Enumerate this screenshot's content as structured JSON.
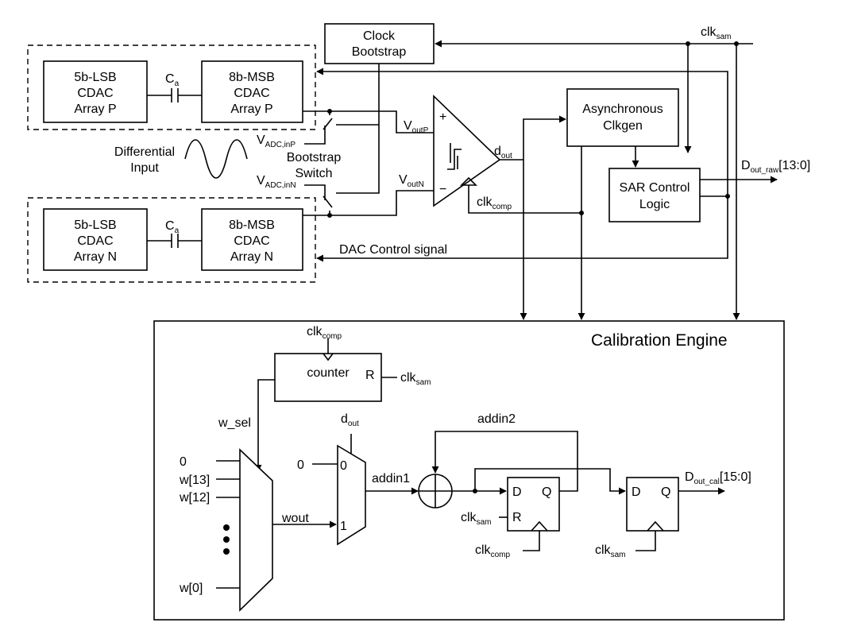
{
  "blocks": {
    "clock_bootstrap": [
      "Clock",
      "Bootstrap"
    ],
    "lsb_p": [
      "5b-LSB",
      "CDAC",
      "Array P"
    ],
    "msb_p": [
      "8b-MSB",
      "CDAC",
      "Array P"
    ],
    "lsb_n": [
      "5b-LSB",
      "CDAC",
      "Array N"
    ],
    "msb_n": [
      "8b-MSB",
      "CDAC",
      "Array N"
    ],
    "async_clkgen": [
      "Asynchronous",
      "Clkgen"
    ],
    "sar_logic": [
      "SAR Control",
      "Logic"
    ],
    "calibration_engine": "Calibration Engine",
    "counter": "counter",
    "counter_reset": "R"
  },
  "cap": {
    "main": "C",
    "sub": "a"
  },
  "signals": {
    "clk_sam": {
      "main": "clk",
      "sub": "sam"
    },
    "clk_comp": {
      "main": "clk",
      "sub": "comp"
    },
    "vadc_inp": {
      "main": "V",
      "sub": "ADC,inP"
    },
    "vadc_inn": {
      "main": "V",
      "sub": "ADC,inN"
    },
    "voutp": {
      "main": "V",
      "sub": "outP"
    },
    "voutn": {
      "main": "V",
      "sub": "outN"
    },
    "dout": {
      "main": "d",
      "sub": "out"
    },
    "dout_raw": {
      "main": "D",
      "sub": "out_raw",
      "suffix": "[13:0]"
    },
    "dout_cal": {
      "main": "D",
      "sub": "out_cal",
      "suffix": "[15:0]"
    },
    "differential_input": [
      "Differential",
      "Input"
    ],
    "bootstrap_switch": [
      "Bootstrap",
      "Switch"
    ],
    "dac_control": "DAC Control signal",
    "comp_plus": "+",
    "comp_minus": "−",
    "w_sel": "w_sel",
    "wout": "wout",
    "addin1": "addin1",
    "addin2": "addin2",
    "mux1_inputs": [
      "0",
      "w[13]",
      "w[12]",
      "w[0]"
    ],
    "mux2_in0": "0",
    "mux2_sel0": "0",
    "mux2_sel1": "1",
    "ff_d": "D",
    "ff_q": "Q",
    "ff_r": "R"
  }
}
